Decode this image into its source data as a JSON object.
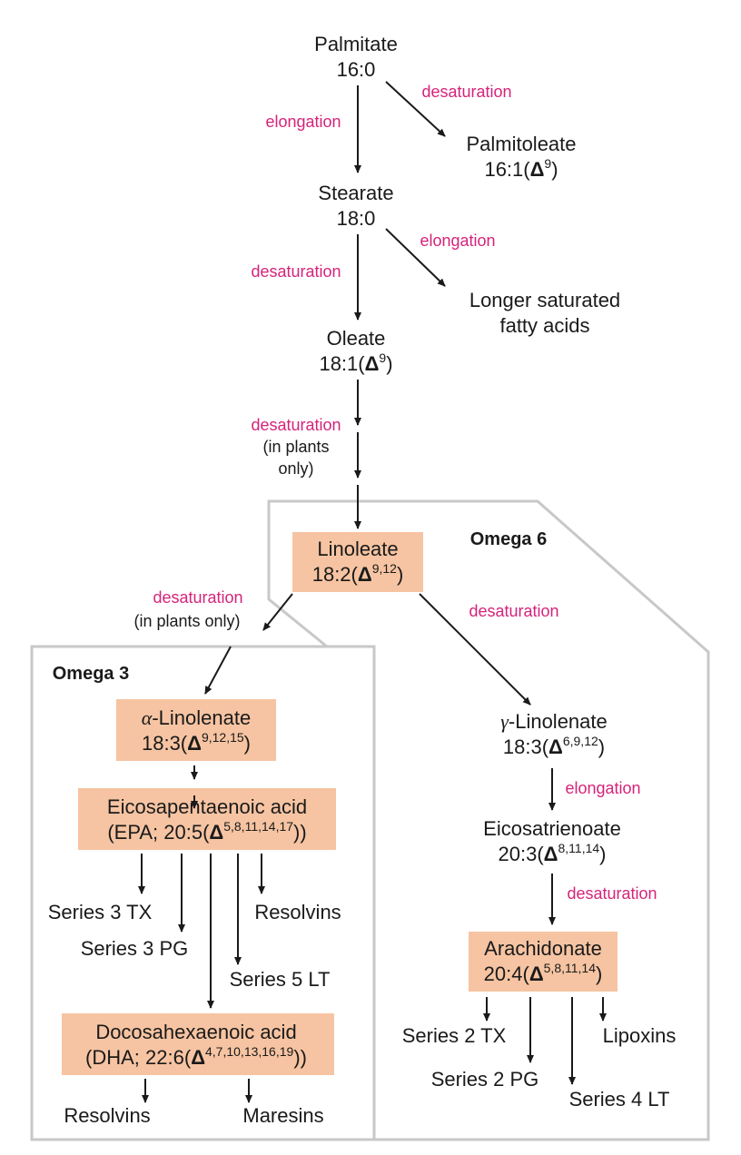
{
  "colors": {
    "process_label": "#d6237a",
    "highlight_box": "#f6c4a2",
    "region_border": "#c8c8c8",
    "text": "#1a1a1a"
  },
  "regions": {
    "omega6": "Omega 6",
    "omega3": "Omega 3"
  },
  "nodes": {
    "palmitate": {
      "name": "Palmitate",
      "formula": "16:0"
    },
    "palmitoleate": {
      "name": "Palmitoleate",
      "formula_pre": "16:1(",
      "delta": "Δ",
      "sup": "9",
      "formula_post": ")"
    },
    "stearate": {
      "name": "Stearate",
      "formula": "18:0"
    },
    "longer_saturated": {
      "line1": "Longer saturated",
      "line2": "fatty acids"
    },
    "oleate": {
      "name": "Oleate",
      "formula_pre": "18:1(",
      "delta": "Δ",
      "sup": "9",
      "formula_post": ")"
    },
    "linoleate": {
      "name": "Linoleate",
      "formula_pre": "18:2(",
      "delta": "Δ",
      "sup": "9,12",
      "formula_post": ")"
    },
    "alpha_linolenate": {
      "greek": "α",
      "name": "-Linolenate",
      "formula_pre": "18:3(",
      "delta": "Δ",
      "sup": "9,12,15",
      "formula_post": ")"
    },
    "gamma_linolenate": {
      "greek": "γ",
      "name": "-Linolenate",
      "formula_pre": "18:3(",
      "delta": "Δ",
      "sup": "6,9,12",
      "formula_post": ")"
    },
    "epa": {
      "name": "Eicosapentaenoic acid",
      "formula_pre": "(EPA; 20:5(",
      "delta": "Δ",
      "sup": "5,8,11,14,17",
      "formula_post": "))"
    },
    "eicosatrienoate": {
      "name": "Eicosatrienoate",
      "formula_pre": "20:3(",
      "delta": "Δ",
      "sup": "8,11,14",
      "formula_post": ")"
    },
    "arachidonate": {
      "name": "Arachidonate",
      "formula_pre": "20:4(",
      "delta": "Δ",
      "sup": "5,8,11,14",
      "formula_post": ")"
    },
    "dha": {
      "name": "Docosahexaenoic acid",
      "formula_pre": "(DHA; 22:6(",
      "delta": "Δ",
      "sup": "4,7,10,13,16,19",
      "formula_post": "))"
    }
  },
  "products": {
    "series3_tx": "Series 3 TX",
    "series3_pg": "Series 3 PG",
    "resolvins_epa": "Resolvins",
    "series5_lt": "Series 5 LT",
    "series2_tx": "Series 2 TX",
    "series2_pg": "Series 2 PG",
    "lipoxins": "Lipoxins",
    "series4_lt": "Series 4 LT",
    "resolvins_dha": "Resolvins",
    "maresins": "Maresins"
  },
  "processes": {
    "desaturation_palmitate": "desaturation",
    "elongation_palmitate": "elongation",
    "elongation_stearate": "elongation",
    "desaturation_stearate": "desaturation",
    "desaturation_oleate": "desaturation",
    "oleate_note_line1": "(in plants",
    "oleate_note_line2": "only)",
    "desaturation_linoleate_left": "desaturation",
    "linoleate_note": "(in plants only)",
    "desaturation_linoleate_right": "desaturation",
    "elongation_gamma": "elongation",
    "desaturation_eicosatrienoate": "desaturation"
  }
}
